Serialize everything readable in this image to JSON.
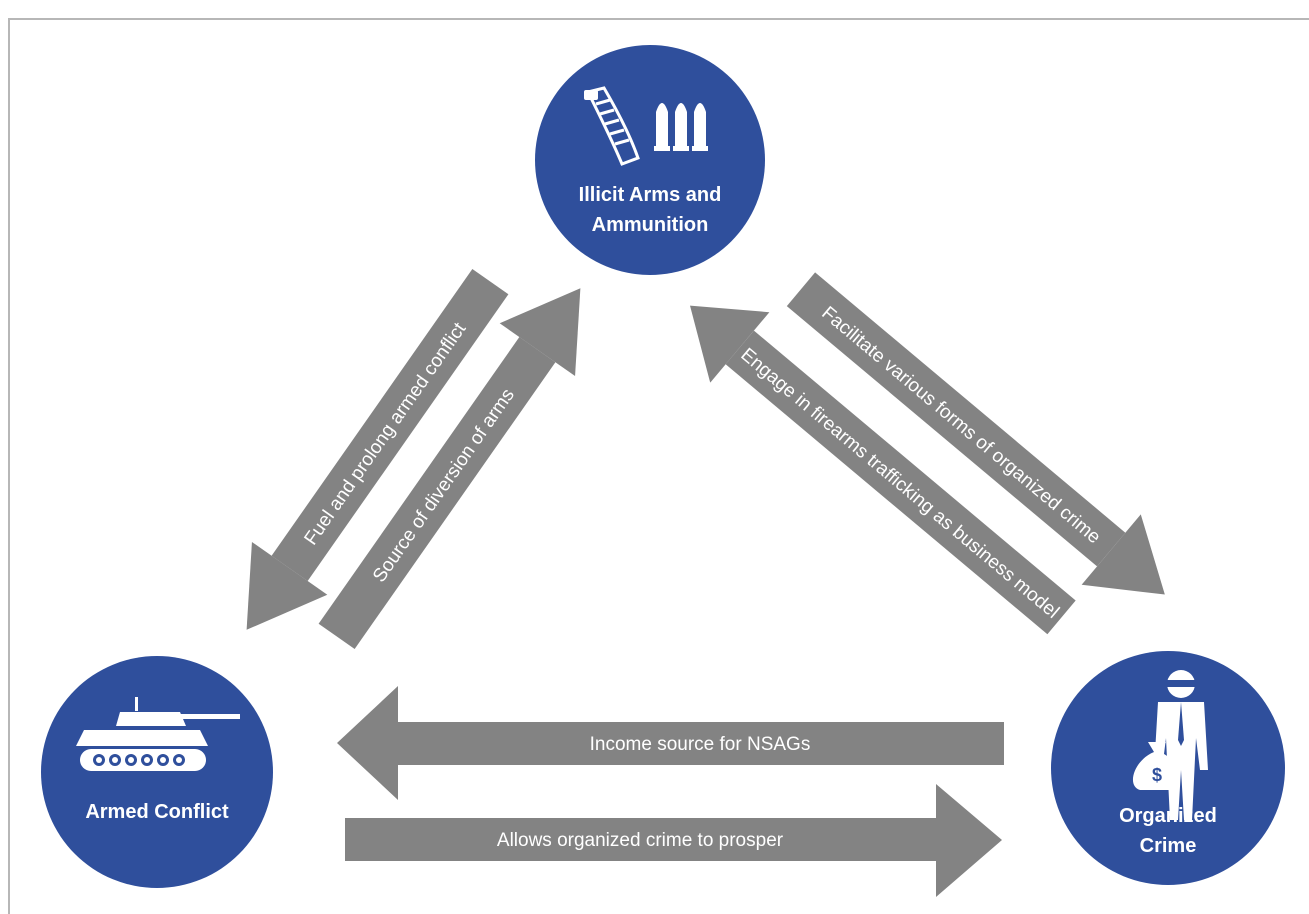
{
  "nodes": {
    "arms": {
      "line1": "Illicit Arms and",
      "line2": "Ammunition"
    },
    "conflict": {
      "label": "Armed Conflict"
    },
    "crime": {
      "line1": "Organized",
      "line2": "Crime"
    }
  },
  "arrows": {
    "fuel": "Fuel and prolong armed conflict",
    "diversion": "Source of diversion of arms",
    "facilitate": "Facilitate various forms of organized crime",
    "engage": "Engage in firearms trafficking as business model",
    "income": "Income source for NSAGs",
    "allows": "Allows organized crime to prosper"
  },
  "colors": {
    "node": "#2f4f9c",
    "arrow": "#838383",
    "label": "#ffffff"
  },
  "icons": {
    "arms": [
      "magazine-icon",
      "bullets-icon"
    ],
    "conflict": "tank-icon",
    "crime": [
      "robber-icon",
      "money-bag-icon"
    ]
  }
}
